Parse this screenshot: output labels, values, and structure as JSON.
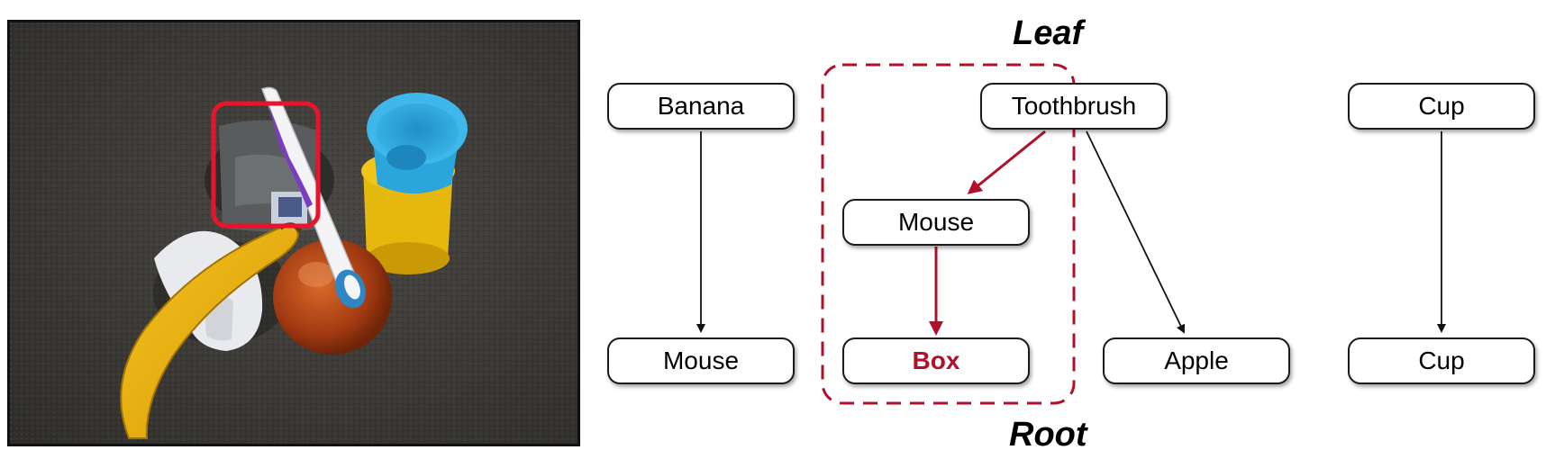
{
  "diagram": {
    "caption_top": "Leaf",
    "caption_bottom": "Root",
    "nodes": {
      "banana": "Banana",
      "toothbrush": "Toothbrush",
      "cup_top": "Cup",
      "mouse_mid": "Mouse",
      "mouse_bottom": "Mouse",
      "box": "Box",
      "apple": "Apple",
      "cup_bottom": "Cup"
    },
    "edges": [
      {
        "from": "Banana",
        "to": "Mouse"
      },
      {
        "from": "Toothbrush",
        "to": "Mouse",
        "highlighted": true
      },
      {
        "from": "Toothbrush",
        "to": "Apple"
      },
      {
        "from": "Mouse",
        "to": "Box",
        "highlighted": true
      },
      {
        "from": "Cup",
        "to": "Cup"
      }
    ],
    "colors": {
      "highlight": "#b0102a",
      "photo_box": "#e8142c"
    }
  }
}
